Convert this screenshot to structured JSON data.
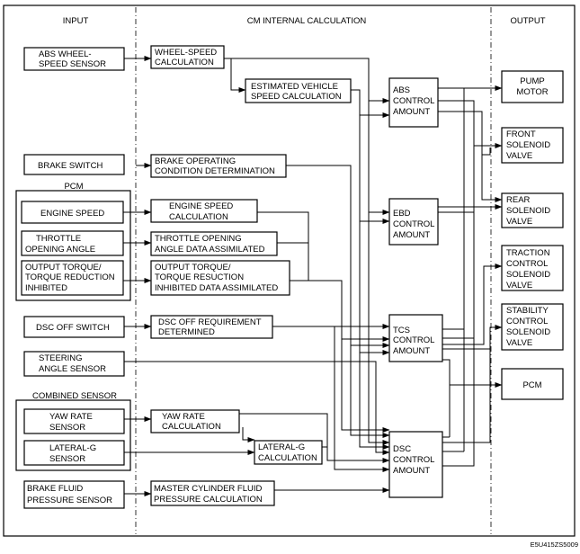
{
  "headers": {
    "input": "INPUT",
    "internal": "CM INTERNAL CALCULATION",
    "output": "OUTPUT"
  },
  "groups": {
    "pcm": "PCM",
    "combined": "COMBINED SENSOR"
  },
  "inputs": {
    "abs_wheel": [
      "ABS WHEEL-",
      "SPEED SENSOR"
    ],
    "brake_switch": [
      "BRAKE SWITCH"
    ],
    "engine_speed": [
      "ENGINE SPEED"
    ],
    "throttle": [
      "THROTTLE",
      "OPENING ANGLE"
    ],
    "output_torque": [
      "OUTPUT TORQUE/",
      "TORQUE REDUCTION",
      "INHIBITED"
    ],
    "dsc_off": [
      "DSC OFF SWITCH"
    ],
    "steering": [
      "STEERING",
      "ANGLE SENSOR"
    ],
    "yaw": [
      "YAW RATE",
      "SENSOR"
    ],
    "lateral": [
      "LATERAL-G",
      "SENSOR"
    ],
    "brake_fluid": [
      "BRAKE FLUID",
      "PRESSURE SENSOR"
    ]
  },
  "calcs": {
    "wheel_speed": [
      "WHEEL-SPEED",
      "CALCULATION"
    ],
    "est_vehicle": [
      "ESTIMATED VEHICLE",
      "SPEED CALCULATION"
    ],
    "brake_op": [
      "BRAKE OPERATING",
      "CONDITION DETERMINATION"
    ],
    "engine_speed_calc": [
      "ENGINE SPEED",
      "CALCULATION"
    ],
    "throttle_data": [
      "THROTTLE OPENING",
      "ANGLE DATA ASSIMILATED"
    ],
    "torque_data": [
      "OUTPUT TORQUE/",
      "TORQUE RESUCTION",
      "INHIBITED DATA ASSIMILATED"
    ],
    "dsc_off_req": [
      "DSC OFF REQUIREMENT",
      "DETERMINED"
    ],
    "yaw_calc": [
      "YAW RATE",
      "CALCULATION"
    ],
    "lateral_calc": [
      "LATERAL-G",
      "CALCULATION"
    ],
    "master_cyl": [
      "MASTER CYLINDER FLUID",
      "PRESSURE CALCULATION"
    ]
  },
  "controls": {
    "abs": [
      "ABS",
      "CONTROL",
      "AMOUNT"
    ],
    "ebd": [
      "EBD",
      "CONTROL",
      "AMOUNT"
    ],
    "tcs": [
      "TCS",
      "CONTROL",
      "AMOUNT"
    ],
    "dsc": [
      "DSC",
      "CONTROL",
      "AMOUNT"
    ]
  },
  "outputs": {
    "pump": [
      "PUMP",
      "MOTOR"
    ],
    "front": [
      "FRONT",
      "SOLENOID",
      "VALVE"
    ],
    "rear": [
      "REAR",
      "SOLENOID",
      "VALVE"
    ],
    "traction": [
      "TRACTION",
      "CONTROL",
      "SOLENOID",
      "VALVE"
    ],
    "stability": [
      "STABILITY",
      "CONTROL",
      "SOLENOID",
      "VALVE"
    ],
    "pcm_out": [
      "PCM"
    ]
  },
  "figure_code": "E5U415ZS5009"
}
